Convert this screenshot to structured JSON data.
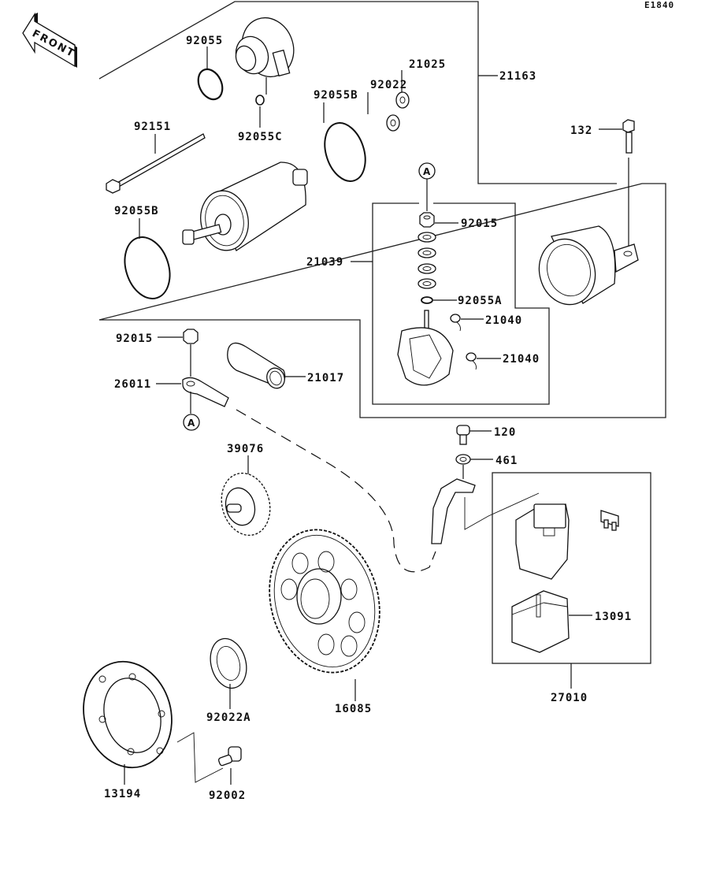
{
  "diagram": {
    "code": "E1840",
    "front_label": "FRONT",
    "ref_marker": "A"
  },
  "parts": {
    "p92055": "92055",
    "p92055C": "92055C",
    "p92055B_top": "92055B",
    "p92022": "92022",
    "p21025": "21025",
    "p21163": "21163",
    "p132": "132",
    "p92151": "92151",
    "p92055B_left": "92055B",
    "p92015_top": "92015",
    "p21039": "21039",
    "p92055A": "92055A",
    "p21040_a": "21040",
    "p21040_b": "21040",
    "p92015_left": "92015",
    "p26011": "26011",
    "p21017": "21017",
    "p120": "120",
    "p461": "461",
    "p39076": "39076",
    "p13091": "13091",
    "p27010": "27010",
    "p92022A": "92022A",
    "p16085": "16085",
    "p13194": "13194",
    "p92002": "92002"
  }
}
